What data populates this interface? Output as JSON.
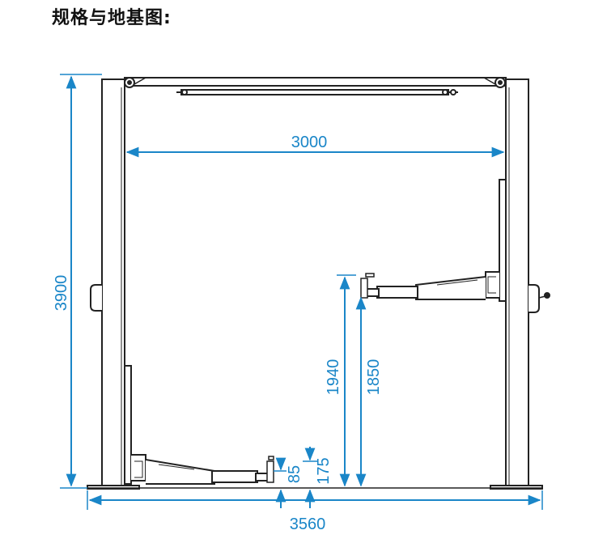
{
  "title": "规格与地基图:",
  "colors": {
    "dimension": "#1a86c8",
    "outline": "#222222"
  },
  "dimensions": {
    "total_height": "3900",
    "inner_width": "3000",
    "base_width": "3560",
    "max_lift_height": "1940",
    "lift_height": "1850",
    "min_height": "175",
    "arm_low_height": "85"
  }
}
